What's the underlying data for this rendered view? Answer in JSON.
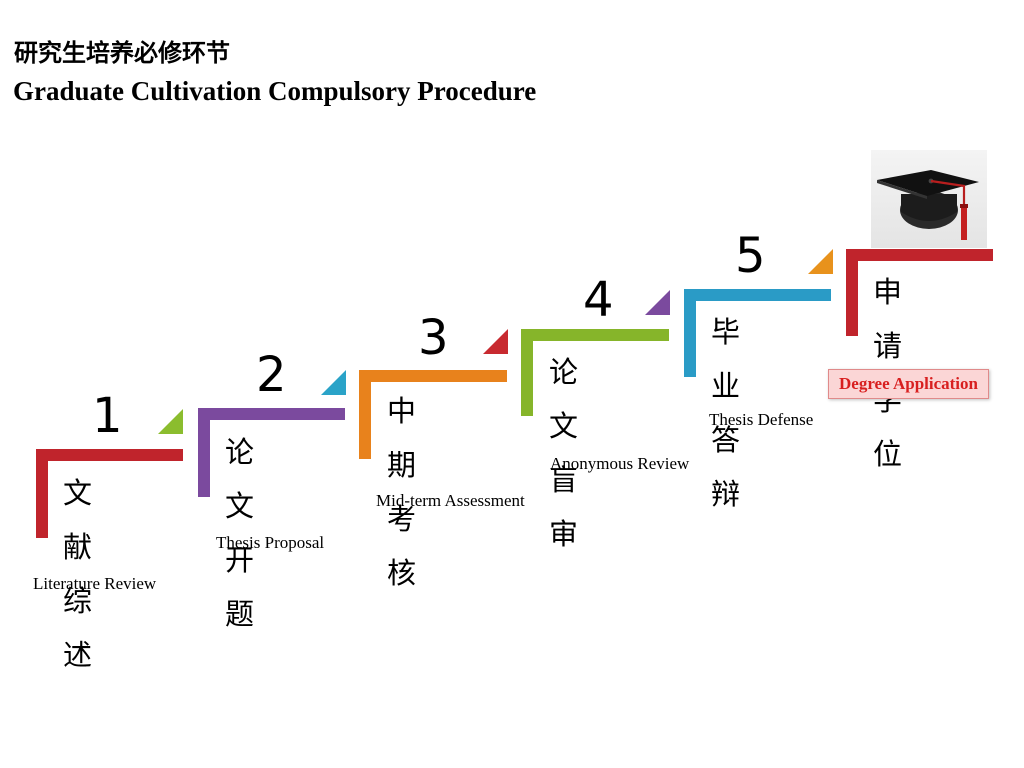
{
  "title": {
    "cn": "研究生培养必修环节",
    "en": "Graduate Cultivation Compulsory Procedure"
  },
  "steps": [
    {
      "number": "1",
      "cn": "文献\n综述",
      "en": "Literature Review",
      "color": "#c0242c",
      "arrow_color": "#8bbd2e"
    },
    {
      "number": "2",
      "cn": "论文\n开题",
      "en": "Thesis Proposal",
      "color": "#7b4a9e",
      "arrow_color": "#2aa3c8"
    },
    {
      "number": "3",
      "cn": "中期\n考核",
      "en": "Mid-term Assessment",
      "color": "#e8821c",
      "arrow_color": "#c82a30"
    },
    {
      "number": "4",
      "cn": "论文\n盲审",
      "en": "Anonymous Review",
      "color": "#86b52a",
      "arrow_color": "#7b4a9e"
    },
    {
      "number": "5",
      "cn": "毕业\n答辩",
      "en": "Thesis Defense",
      "color": "#2a9bc6",
      "arrow_color": "#e8921c"
    },
    {
      "number": "",
      "cn": "申请\n学位",
      "en": "Degree Application",
      "color": "#c0242c",
      "arrow_color": ""
    }
  ],
  "graduation_cap_icon": "graduation-cap-icon"
}
